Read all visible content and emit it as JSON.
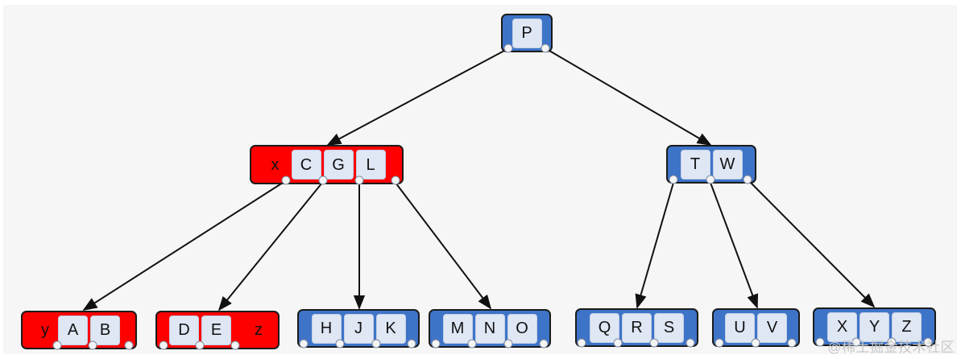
{
  "tree": {
    "root": {
      "keys": [
        "P"
      ]
    },
    "left": {
      "marker": "x",
      "keys": [
        "C",
        "G",
        "L"
      ]
    },
    "right": {
      "keys": [
        "T",
        "W"
      ]
    },
    "leaves": [
      {
        "marker": "y",
        "keys": [
          "A",
          "B"
        ]
      },
      {
        "keys": [
          "D",
          "E"
        ],
        "marker_after": "z"
      },
      {
        "keys": [
          "H",
          "J",
          "K"
        ]
      },
      {
        "keys": [
          "M",
          "N",
          "O"
        ]
      },
      {
        "keys": [
          "Q",
          "R",
          "S"
        ]
      },
      {
        "keys": [
          "U",
          "V"
        ]
      },
      {
        "keys": [
          "X",
          "Y",
          "Z"
        ]
      }
    ]
  },
  "colors": {
    "red_node": "#ff0000",
    "blue_node": "#3d74c8",
    "key_cell": "#dfe6f4",
    "edge": "#111111"
  },
  "watermark": "@稀土掘金技术社区"
}
